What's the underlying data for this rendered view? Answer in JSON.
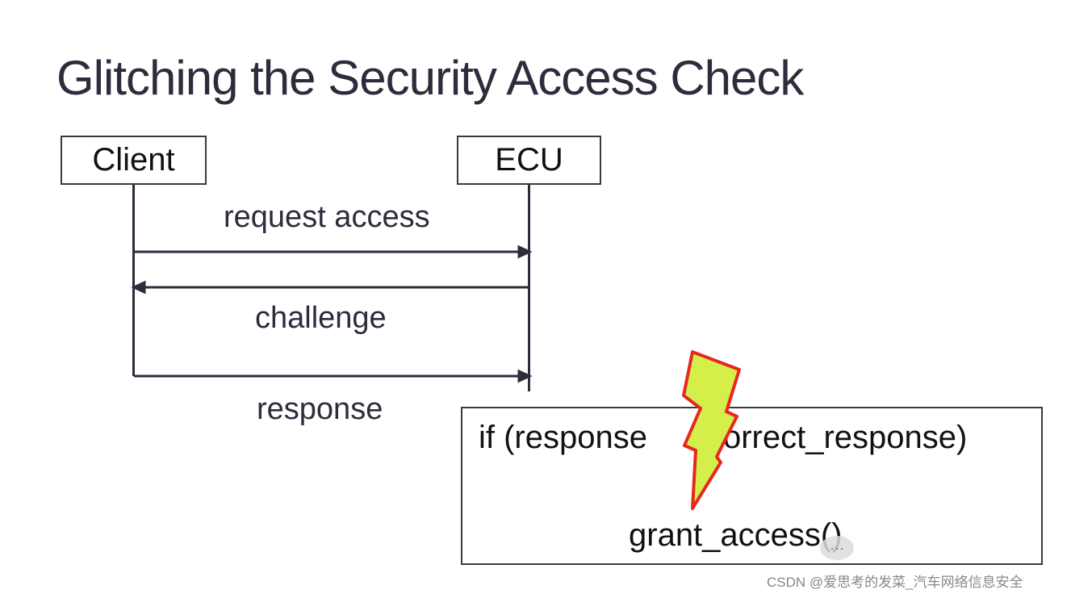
{
  "title": "Glitching the Security Access Check",
  "participants": {
    "client": "Client",
    "ecu": "ECU"
  },
  "messages": {
    "request": "request access",
    "challenge": "challenge",
    "response": "response"
  },
  "code": {
    "line1_left": "if (response",
    "line1_right": "correct_response)",
    "line2": "grant_access()"
  },
  "colors": {
    "ink": "#2b2d3c",
    "bolt_fill": "#d4ef4a",
    "bolt_stroke": "#e8271e"
  },
  "watermark": {
    "text": "CSDN @爱思考的发菜_汽车网络信息安全",
    "icon": "chat-bubble-icon"
  }
}
